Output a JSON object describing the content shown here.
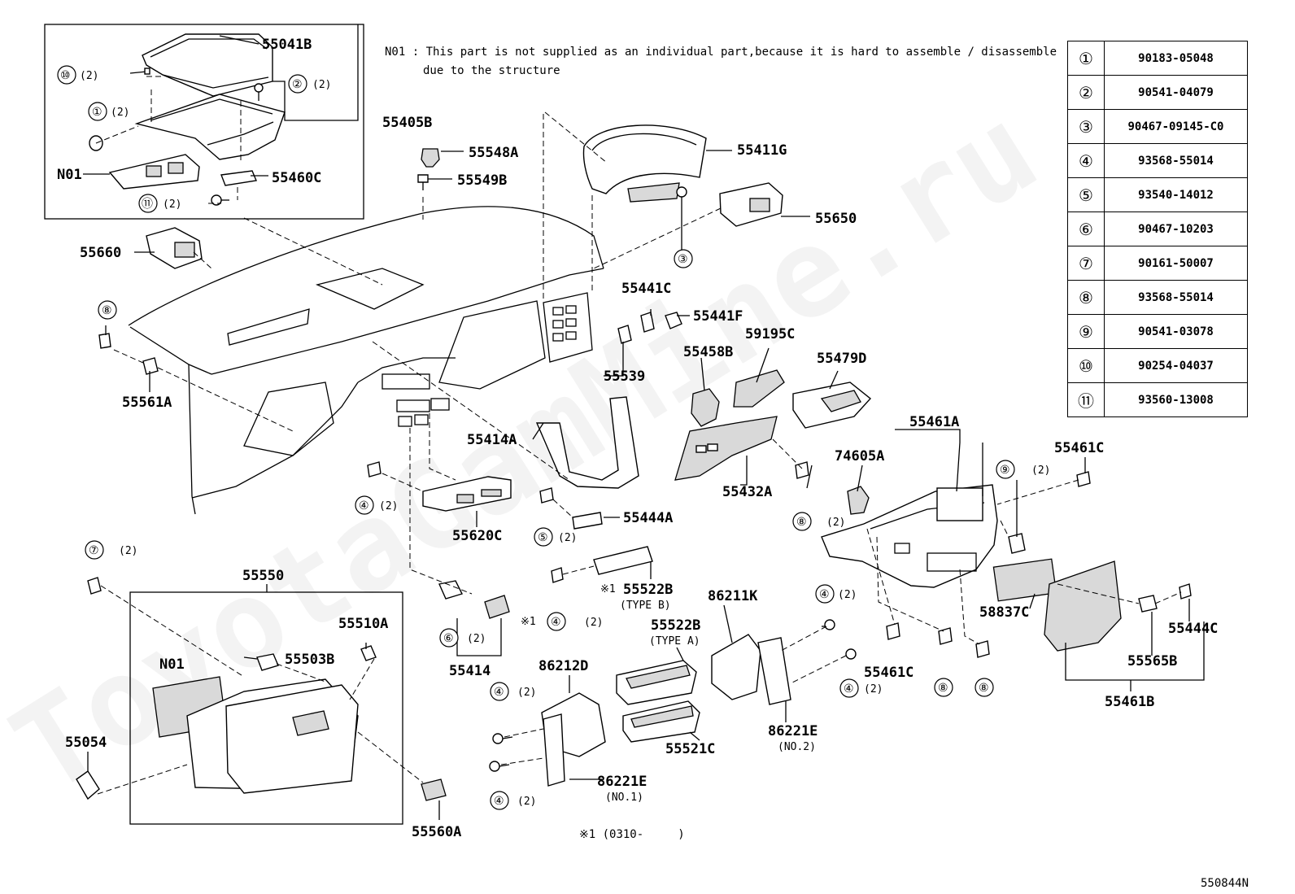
{
  "note": {
    "line1": "N01 : This part is not supplied as an individual part,because it is hard to assemble / disassemble",
    "line2": "due to the structure"
  },
  "legend": [
    {
      "num": "①",
      "part": "90183-05048"
    },
    {
      "num": "②",
      "part": "90541-04079"
    },
    {
      "num": "③",
      "part": "90467-09145-C0"
    },
    {
      "num": "④",
      "part": "93568-55014"
    },
    {
      "num": "⑤",
      "part": "93540-14012"
    },
    {
      "num": "⑥",
      "part": "90467-10203"
    },
    {
      "num": "⑦",
      "part": "90161-50007"
    },
    {
      "num": "⑧",
      "part": "93568-55014"
    },
    {
      "num": "⑨",
      "part": "90541-03078"
    },
    {
      "num": "⑩",
      "part": "90254-04037"
    },
    {
      "num": "⑪",
      "part": "93560-13008"
    }
  ],
  "labels": {
    "p55041B": "55041B",
    "p55405B": "55405B",
    "p55460C": "55460C",
    "N01a": "N01",
    "p55548A": "55548A",
    "p55549B": "55549B",
    "p55411G": "55411G",
    "p55650": "55650",
    "p55660": "55660",
    "p55441C": "55441C",
    "p55441F": "55441F",
    "p59195C": "59195C",
    "p55458B": "55458B",
    "p55479D": "55479D",
    "p55539": "55539",
    "p55561A": "55561A",
    "p55414A": "55414A",
    "p55461A": "55461A",
    "p55461Ca": "55461C",
    "p74605A": "74605A",
    "p55432A": "55432A",
    "p55620C": "55620C",
    "p55444A": "55444A",
    "p55550": "55550",
    "p55510A": "55510A",
    "p55503B": "55503B",
    "N01b": "N01",
    "p55522Bb": "55522B",
    "typeB": "(TYPE B)",
    "p86211K": "86211K",
    "p55522Ba": "55522B",
    "typeA": "(TYPE A)",
    "p58837C": "58837C",
    "p55444C": "55444C",
    "p55461Cb": "55461C",
    "p55565B": "55565B",
    "p55461B": "55461B",
    "p55414": "55414",
    "p86212D": "86212D",
    "p55054": "55054",
    "p55521C": "55521C",
    "p86221E2": "86221E",
    "no2": "(NO.2)",
    "p86221E1": "86221E",
    "no1": "(NO.1)",
    "p55560A": "55560A"
  },
  "callouts": {
    "c10": "⑩",
    "c2a": "②",
    "c1": "①",
    "c11": "⑪",
    "c3": "③",
    "c8a": "⑧",
    "c4a": "④",
    "c5": "⑤",
    "c7": "⑦",
    "c8b": "⑧",
    "c9": "⑨",
    "c4b": "④",
    "c6": "⑥",
    "c4c": "④",
    "c4d": "④",
    "c4e": "④",
    "c4f": "④",
    "c8c": "⑧",
    "c8d": "⑧",
    "q2": "(2)",
    "star1": "※1",
    "star2": "※1"
  },
  "footnote": "※1 (0310-     )",
  "watermark": "ToyotaGamMine.ru",
  "diagram_id": "550844N"
}
